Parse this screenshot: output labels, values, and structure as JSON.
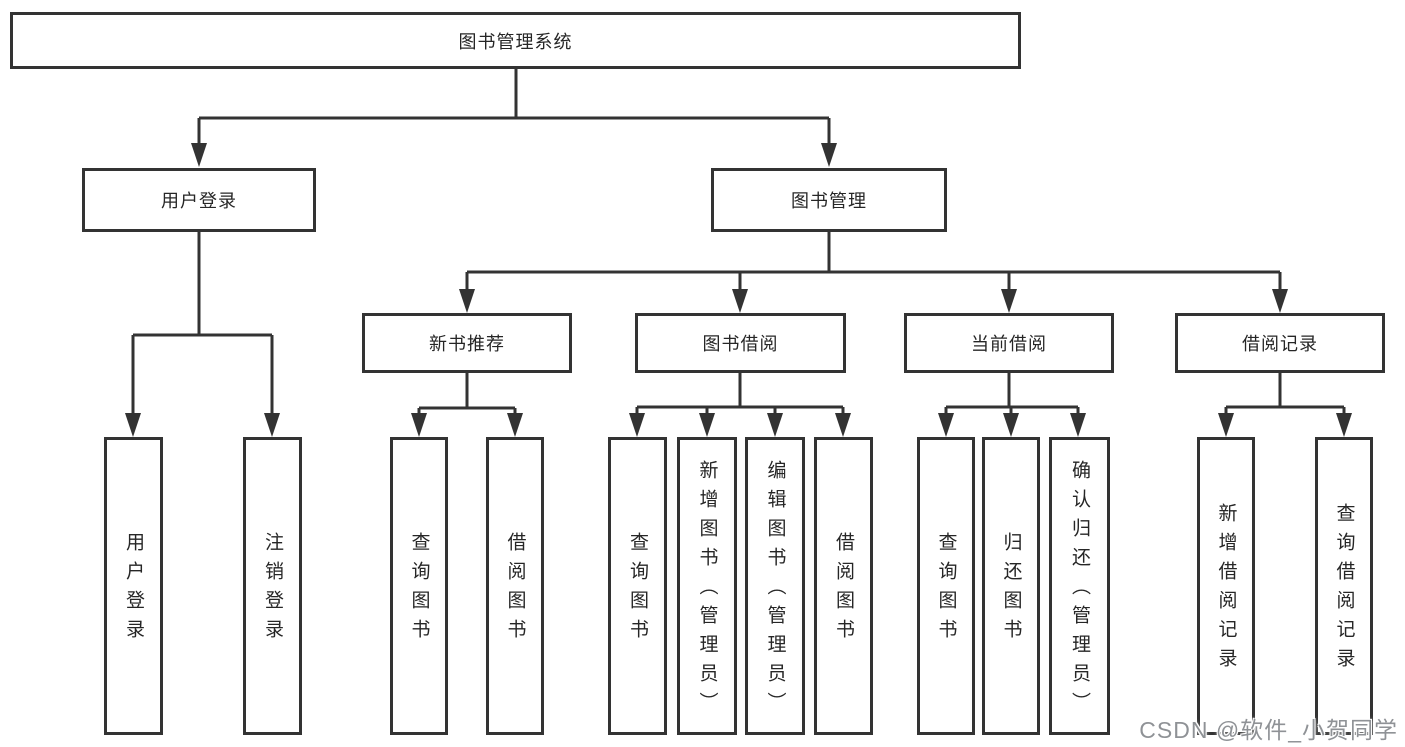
{
  "diagram": {
    "root": {
      "label": "图书管理系统"
    },
    "branches": [
      {
        "label": "用户登录",
        "children": [
          {
            "label": "用户登录"
          },
          {
            "label": "注销登录"
          }
        ]
      },
      {
        "label": "图书管理",
        "children": [
          {
            "label": "新书推荐",
            "children": [
              {
                "label": "查询图书"
              },
              {
                "label": "借阅图书"
              }
            ]
          },
          {
            "label": "图书借阅",
            "children": [
              {
                "label": "查询图书"
              },
              {
                "label": "新增图书（管理员）"
              },
              {
                "label": "编辑图书（管理员）"
              },
              {
                "label": "借阅图书"
              }
            ]
          },
          {
            "label": "当前借阅",
            "children": [
              {
                "label": "查询图书"
              },
              {
                "label": "归还图书"
              },
              {
                "label": "确认归还（管理员）"
              }
            ]
          },
          {
            "label": "借阅记录",
            "children": [
              {
                "label": "新增借阅记录"
              },
              {
                "label": "查询借阅记录"
              }
            ]
          }
        ]
      }
    ]
  },
  "watermark": {
    "text": "CSDN @软件_小贺同学"
  },
  "colors": {
    "line": "#333333",
    "node_border": "#333333",
    "text": "#262626",
    "watermark": "#8f9296",
    "background": "#ffffff"
  }
}
